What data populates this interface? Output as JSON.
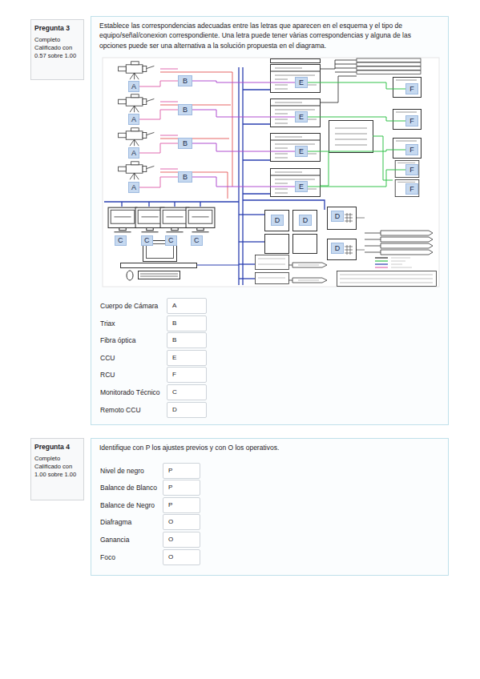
{
  "diagram": {
    "nodes": [
      {
        "text": [
          "Pregunta 3",
          "Completo",
          "Calificado con 0.57 sobre 1.00"
        ]
      },
      {
        "text": [
          "Establece las correspondencias adecuadas entre las letras que aparecen en el esquema y el tipo de equipo/señal/conexion correspondiente. Una letra puede tener vàrias correspondencias y alguna de las opciones puede ser una alternativa a la solución propuesta en el diagrama."
        ]
      },
      {
        "text": [
          "A"
        ],
        "in": 1
      },
      {
        "text": [
          "A"
        ],
        "in": 1
      },
      {
        "text": [
          "A"
        ],
        "in": 1
      },
      {
        "text": [
          "A"
        ],
        "in": 1
      },
      {
        "text": [
          "B"
        ],
        "in": 1
      },
      {
        "text": [
          "B"
        ],
        "in": 1
      },
      {
        "text": [
          "B"
        ],
        "in": 1
      },
      {
        "text": [
          "B"
        ],
        "in": 1
      },
      {
        "text": [
          "E"
        ],
        "in": 1
      },
      {
        "text": [
          "E"
        ],
        "in": 1
      },
      {
        "text": [
          "E"
        ],
        "in": 1
      },
      {
        "text": [
          "E"
        ],
        "in": 1
      },
      {
        "text": [
          "F"
        ],
        "in": 1
      },
      {
        "text": [
          "F"
        ],
        "in": 1
      },
      {
        "text": [
          "F"
        ],
        "in": 1
      },
      {
        "text": [
          "F"
        ],
        "in": 1
      },
      {
        "text": [
          "F"
        ],
        "in": 1
      },
      {
        "text": [
          "C"
        ],
        "in": 1
      },
      {
        "text": [
          "C"
        ],
        "in": 1
      },
      {
        "text": [
          "C"
        ],
        "in": 1
      },
      {
        "text": [
          "C"
        ],
        "in": 1
      },
      {
        "text": [
          "D"
        ],
        "in": 1
      },
      {
        "text": [
          "D"
        ],
        "in": 1
      },
      {
        "text": [
          "D"
        ],
        "in": 1
      },
      {
        "text": [
          "D"
        ],
        "in": 1
      },
      {
        "text": [
          "A"
        ],
        "in": 1
      },
      {
        "text": [
          "B"
        ],
        "in": 1
      },
      {
        "text": [
          "B"
        ],
        "in": 1
      },
      {
        "text": [
          "E"
        ],
        "in": 1
      },
      {
        "text": [
          "F"
        ],
        "in": 1
      },
      {
        "text": [
          "C"
        ],
        "in": 1
      },
      {
        "text": [
          "D"
        ],
        "in": 1
      },
      {
        "text": [
          "Pregunta 4",
          "Completo",
          "Calificado con 1.00 sobre 1.00"
        ]
      },
      {
        "text": [
          "Identifique con P los ajustes previos y con O los operativos."
        ]
      },
      {
        "text": [
          "P"
        ],
        "in": 35
      },
      {
        "text": [
          "P"
        ],
        "in": 35
      },
      {
        "text": [
          "P"
        ],
        "in": 35
      },
      {
        "text": [
          "O"
        ],
        "in": 35
      },
      {
        "text": [
          "O"
        ],
        "in": 35
      },
      {
        "text": [
          "O"
        ],
        "in": 35
      }
    ],
    "edges": [
      {
        "from": 2,
        "to": 6,
        "arrow": "none"
      },
      {
        "from": 3,
        "to": 7,
        "arrow": "none"
      },
      {
        "from": 4,
        "to": 8,
        "arrow": "none"
      },
      {
        "from": 5,
        "to": 9,
        "arrow": "none"
      },
      {
        "from": 6,
        "to": 10,
        "arrow": "none"
      },
      {
        "from": 7,
        "to": 11,
        "arrow": "none"
      },
      {
        "from": 8,
        "to": 12,
        "arrow": "none"
      },
      {
        "from": 9,
        "to": 13,
        "arrow": "none"
      },
      {
        "from": 10,
        "to": 14,
        "arrow": "none"
      },
      {
        "from": 11,
        "to": 15,
        "arrow": "none"
      },
      {
        "from": 12,
        "to": 16,
        "arrow": "none"
      },
      {
        "from": 13,
        "to": 17,
        "arrow": "none"
      }
    ],
    "labels": [
      "Cuerpo de Cámara",
      "Triax",
      "Fibra óptica",
      "CCU",
      "RCU",
      "Monitorado Técnico",
      "Remoto CCU",
      "Nivel de negro",
      "Balance de Blanco",
      "Balance de Negro",
      "Diafragma",
      "Ganancia",
      "Foco"
    ]
  }
}
